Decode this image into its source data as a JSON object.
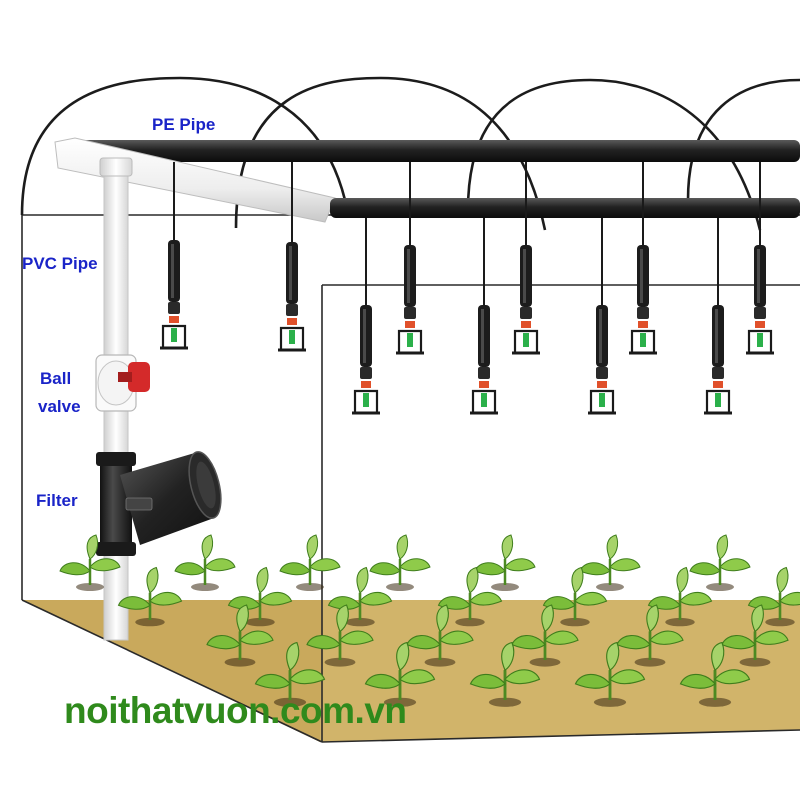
{
  "labels": {
    "pe_pipe": "PE Pipe",
    "pvc_pipe": "PVC Pipe",
    "ball_valve_line1": "Ball",
    "ball_valve_line2": "valve",
    "filter": "Filter"
  },
  "watermark": "noithatvuon.com.vn",
  "colors": {
    "label_text": "#1a24c8",
    "watermark_text": "#2f8a1c",
    "soil": "#d1b46a",
    "pe_pipe": "#1e1e1e",
    "pvc_pipe": "#f2f2f2",
    "valve_handle": "#d42a2a",
    "sprinkler_connector": "#e0502a",
    "sprinkler_nozzle": "#2bb04a",
    "plant_leaf": "#7bbd3a"
  },
  "components": {
    "sprinkler_icon": "hanging-micro-sprinkler",
    "plant_icon": "seedling",
    "valve_icon": "ball-valve",
    "filter_icon": "disc-filter"
  }
}
